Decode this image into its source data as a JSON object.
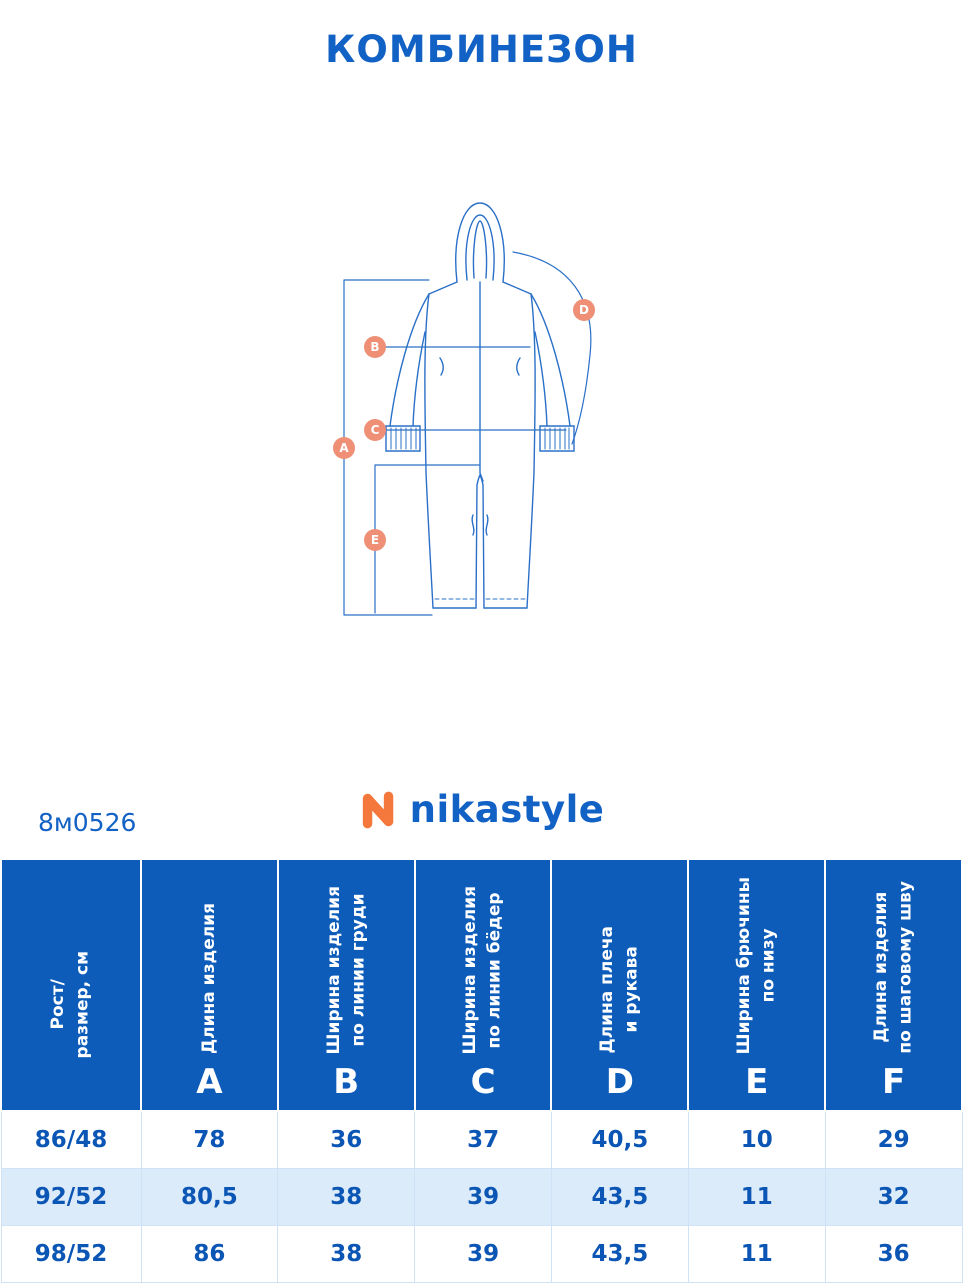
{
  "title": "КОМБИНЕЗОН",
  "article": "8м0526",
  "brand": {
    "name": "nikastyle"
  },
  "colors": {
    "primary_blue": "#1261c4",
    "header_blue": "#0d5cba",
    "data_text_blue": "#0b55b4",
    "row_alt_blue": "#dcebf9",
    "marker_salmon": "#ee8f76",
    "logo_orange": "#f4783c",
    "drawing_blue": "#2a70c8"
  },
  "diagram": {
    "markers": {
      "a": "A",
      "b": "B",
      "c": "C",
      "d": "D",
      "e": "E"
    }
  },
  "table": {
    "size_header": "Рост/\nразмер, см",
    "columns": [
      {
        "letter": "A",
        "desc": "Длина изделия"
      },
      {
        "letter": "B",
        "desc": "Ширина изделия\nпо линии груди"
      },
      {
        "letter": "C",
        "desc": "Ширина изделия\nпо линии бёдер"
      },
      {
        "letter": "D",
        "desc": "Длина плеча\nи рукава"
      },
      {
        "letter": "E",
        "desc": "Ширина брючины\nпо низу"
      },
      {
        "letter": "F",
        "desc": "Длина изделия\nпо шаговому шву"
      }
    ],
    "rows": [
      {
        "size": "86/48",
        "values": [
          "78",
          "36",
          "37",
          "40,5",
          "10",
          "29"
        ]
      },
      {
        "size": "92/52",
        "values": [
          "80,5",
          "38",
          "39",
          "43,5",
          "11",
          "32"
        ]
      },
      {
        "size": "98/52",
        "values": [
          "86",
          "38",
          "39",
          "43,5",
          "11",
          "36"
        ]
      }
    ]
  }
}
